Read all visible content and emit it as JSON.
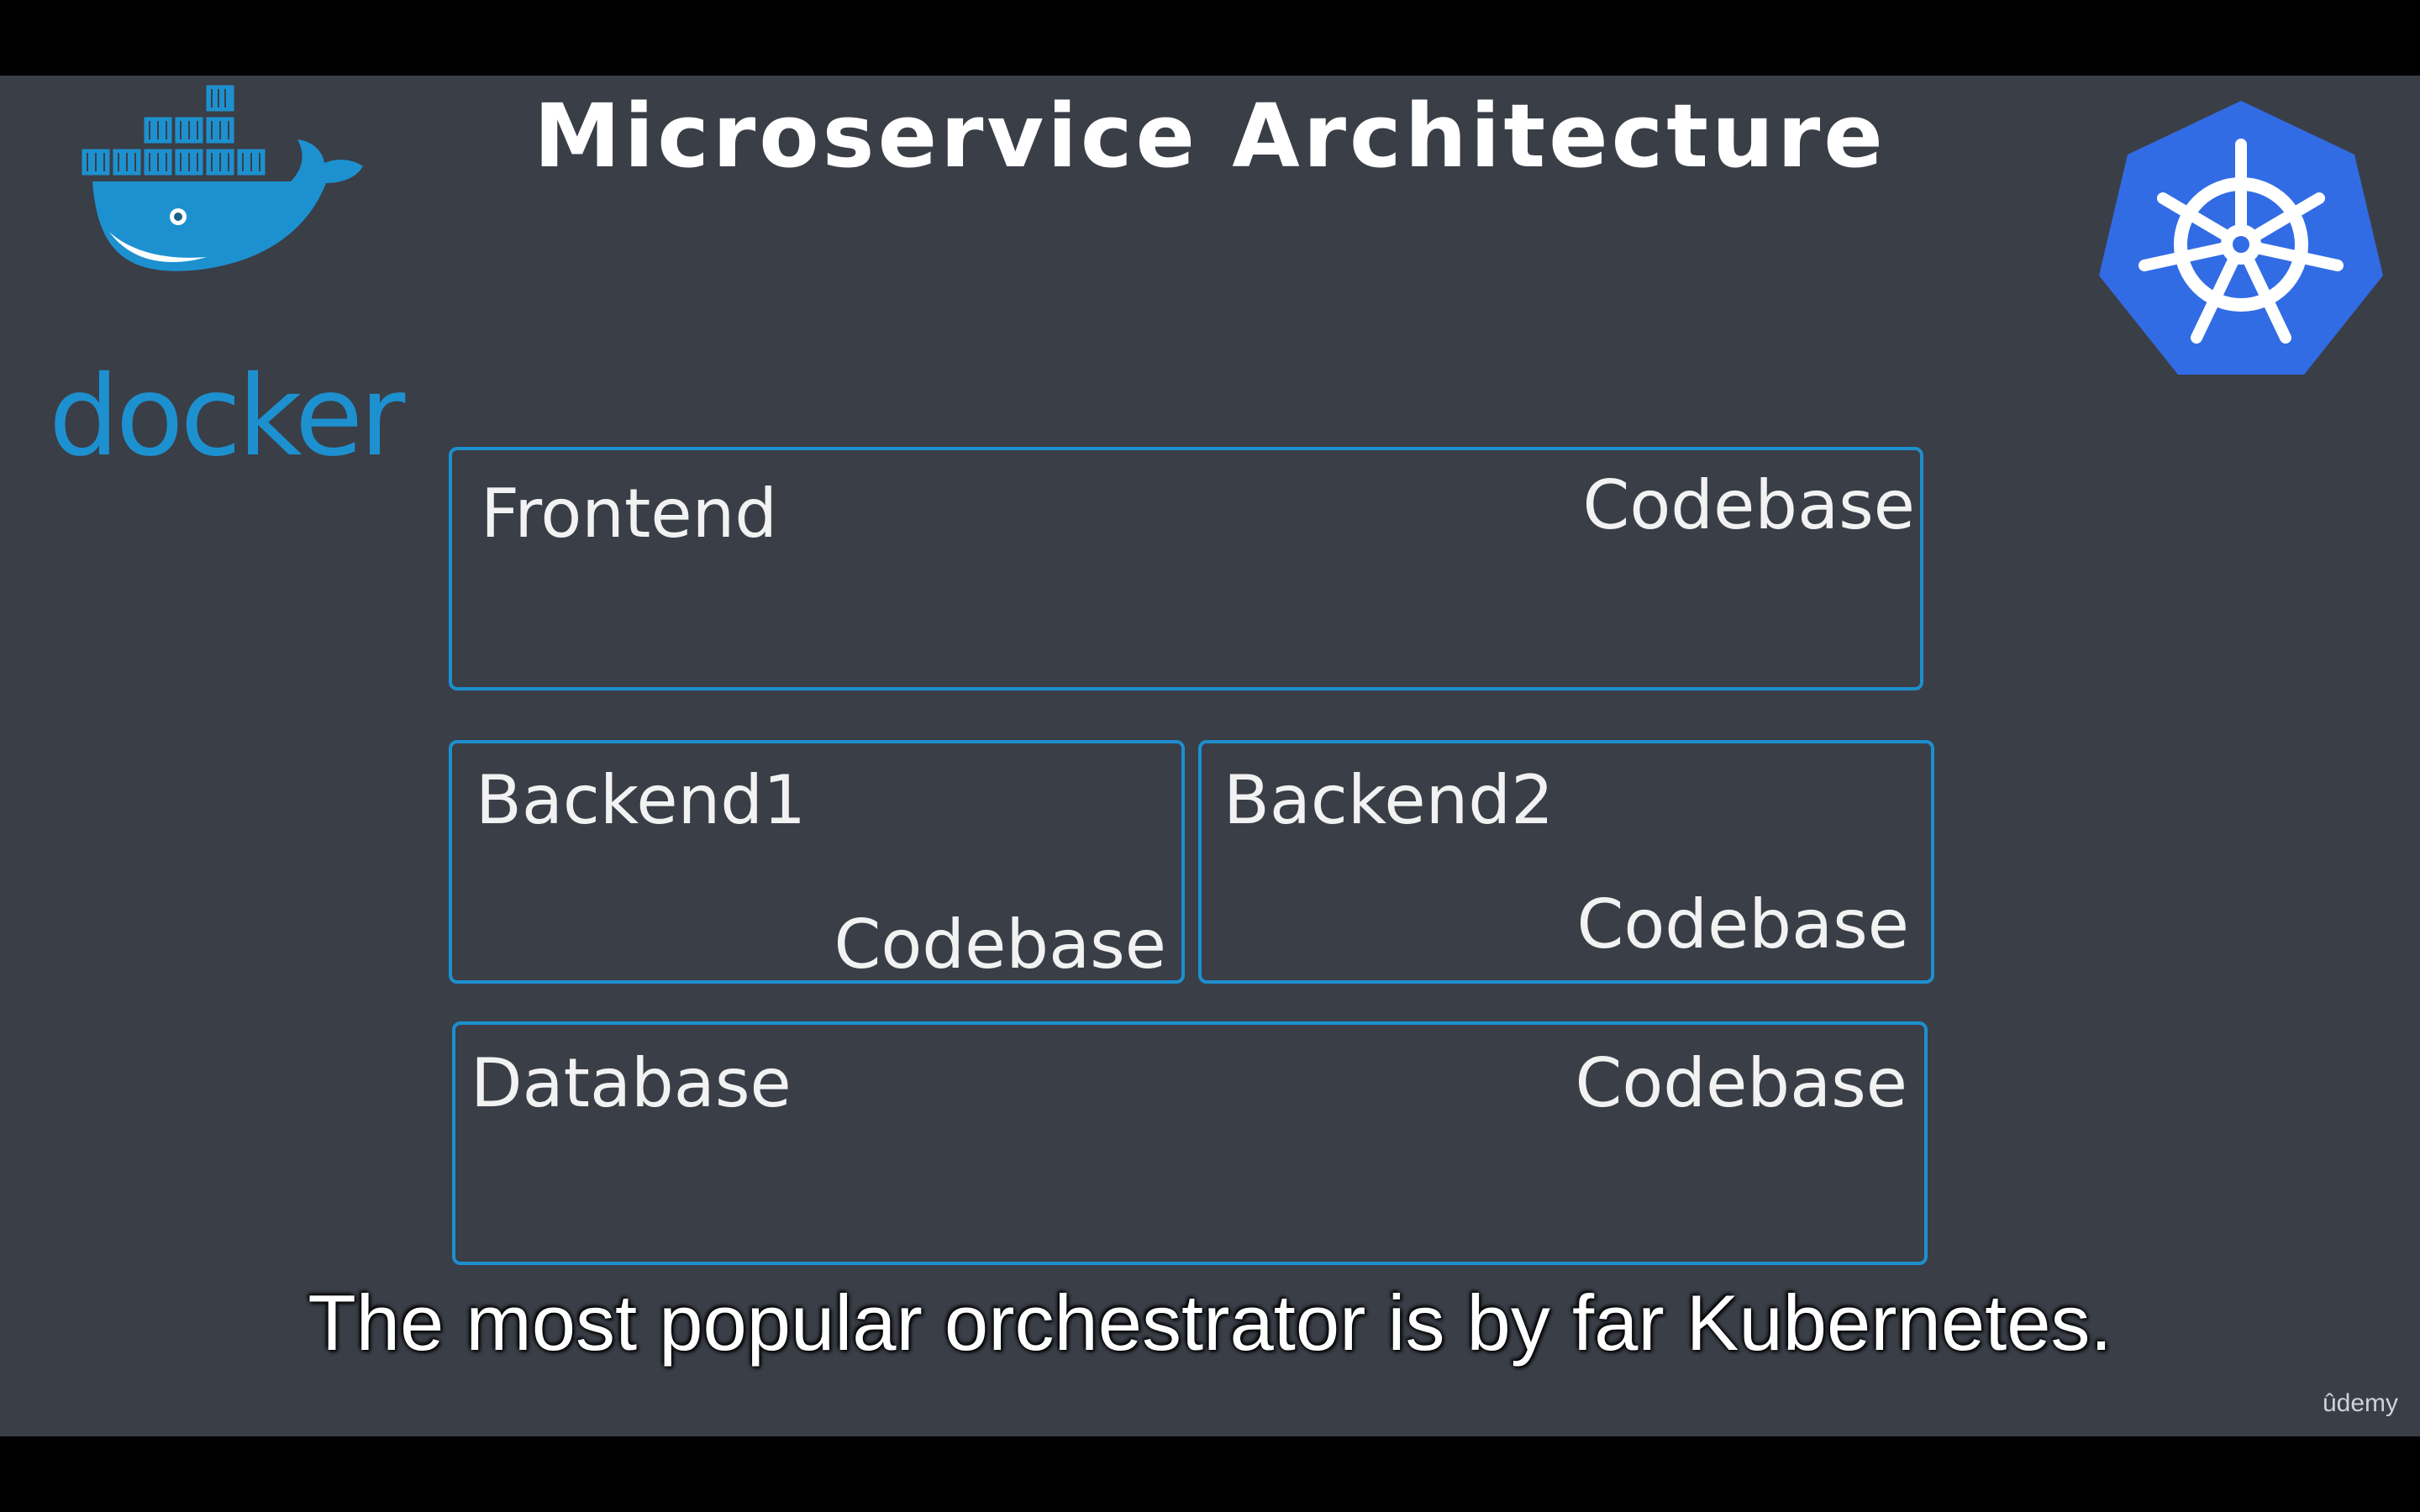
{
  "slide": {
    "title": "Microservice Architecture",
    "docker_wordmark": "docker",
    "icons": {
      "left_logo": "docker-whale-icon",
      "right_logo": "kubernetes-helm-icon"
    },
    "colors": {
      "background": "#3a3e47",
      "box_border": "#1d8fcf",
      "docker_blue": "#1d91d0",
      "kubernetes_blue": "#326ce5"
    },
    "boxes": [
      {
        "name": "Frontend",
        "codebase": "Codebase"
      },
      {
        "name": "Backend1",
        "codebase": "Codebase"
      },
      {
        "name": "Backend2",
        "codebase": "Codebase"
      },
      {
        "name": "Database",
        "codebase": "Codebase"
      }
    ]
  },
  "caption": "The most popular orchestrator is by far Kubernetes.",
  "watermark": "ûdemy"
}
